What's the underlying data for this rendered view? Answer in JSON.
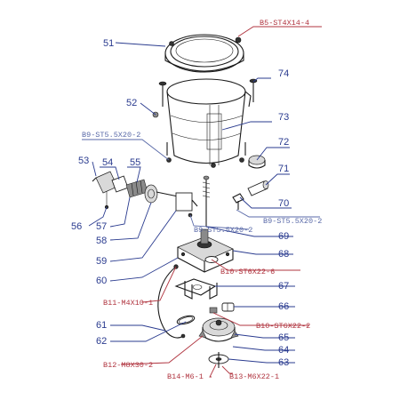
{
  "colors": {
    "callout_blue": "#2a3b8f",
    "callout_red": "#b0343f",
    "callout_steel": "#5a6aa8"
  },
  "callouts": [
    {
      "id": "51",
      "text": "51",
      "style": "blue"
    },
    {
      "id": "b5",
      "text": "B5-ST4X14-4",
      "style": "red"
    },
    {
      "id": "74",
      "text": "74",
      "style": "blue"
    },
    {
      "id": "52",
      "text": "52",
      "style": "blue"
    },
    {
      "id": "73",
      "text": "73",
      "style": "blue"
    },
    {
      "id": "b9a",
      "text": "B9-ST5.5X20-2",
      "style": "steel"
    },
    {
      "id": "72",
      "text": "72",
      "style": "blue"
    },
    {
      "id": "53",
      "text": "53",
      "style": "blue"
    },
    {
      "id": "54",
      "text": "54",
      "style": "blue"
    },
    {
      "id": "55",
      "text": "55",
      "style": "blue"
    },
    {
      "id": "71",
      "text": "71",
      "style": "blue"
    },
    {
      "id": "70",
      "text": "70",
      "style": "blue"
    },
    {
      "id": "56",
      "text": "56",
      "style": "blue"
    },
    {
      "id": "57",
      "text": "57",
      "style": "blue"
    },
    {
      "id": "b9b",
      "text": "B9-ST5.5X20-2",
      "style": "steel"
    },
    {
      "id": "b9c",
      "text": "B9-ST5.5X20-2",
      "style": "steel"
    },
    {
      "id": "69",
      "text": "69",
      "style": "blue"
    },
    {
      "id": "58",
      "text": "58",
      "style": "blue"
    },
    {
      "id": "68",
      "text": "68",
      "style": "blue"
    },
    {
      "id": "59",
      "text": "59",
      "style": "blue"
    },
    {
      "id": "b10a",
      "text": "B10-ST6X22-6",
      "style": "red"
    },
    {
      "id": "60",
      "text": "60",
      "style": "blue"
    },
    {
      "id": "67",
      "text": "67",
      "style": "blue"
    },
    {
      "id": "b11",
      "text": "B11-M4X10-1",
      "style": "red"
    },
    {
      "id": "66",
      "text": "66",
      "style": "blue"
    },
    {
      "id": "b10b",
      "text": "B10-ST6X22-2",
      "style": "red"
    },
    {
      "id": "61",
      "text": "61",
      "style": "blue"
    },
    {
      "id": "65",
      "text": "65",
      "style": "blue"
    },
    {
      "id": "62",
      "text": "62",
      "style": "blue"
    },
    {
      "id": "64",
      "text": "64",
      "style": "blue"
    },
    {
      "id": "b12",
      "text": "B12-M8X30-2",
      "style": "red"
    },
    {
      "id": "63",
      "text": "63",
      "style": "blue"
    },
    {
      "id": "b14",
      "text": "B14-M6-1",
      "style": "red"
    },
    {
      "id": "b13",
      "text": "B13-M6X22-1",
      "style": "red"
    }
  ]
}
